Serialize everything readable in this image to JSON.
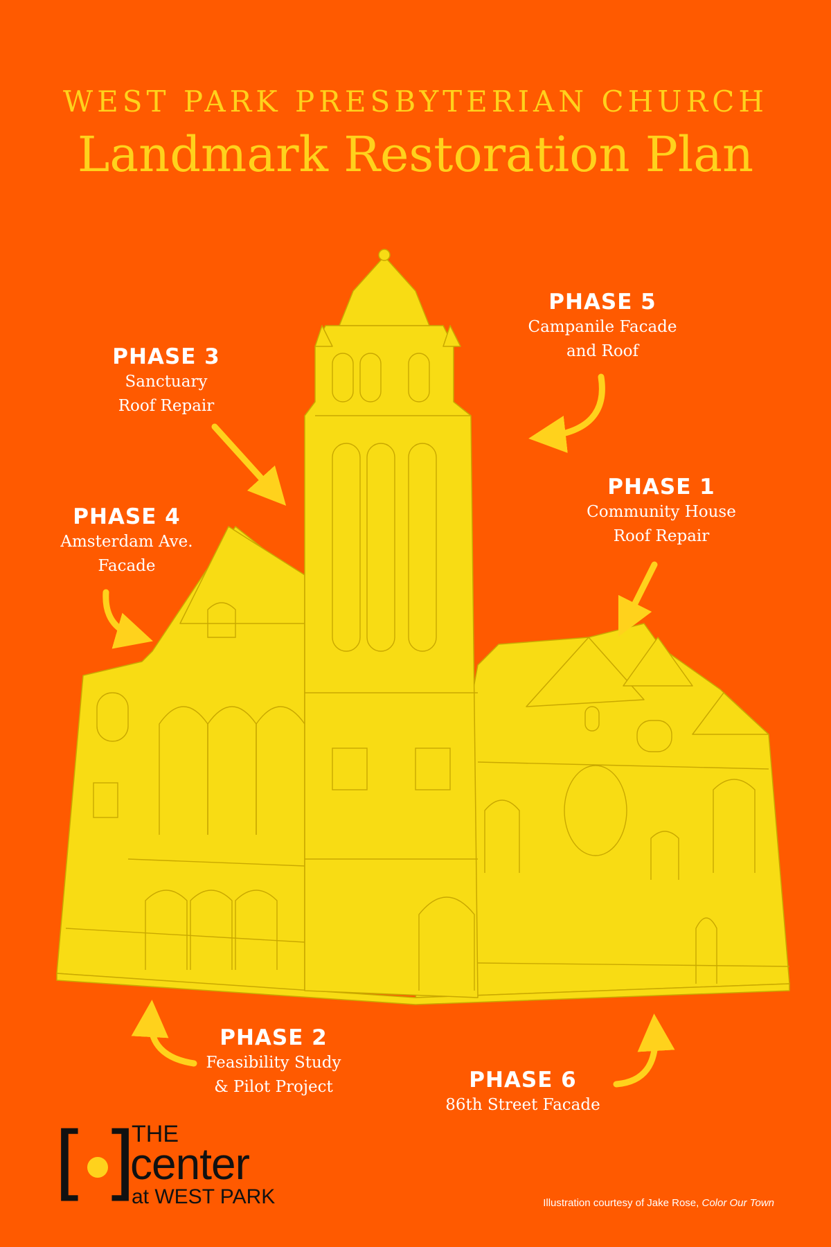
{
  "header": {
    "overline": "WEST PARK PRESBYTERIAN CHURCH",
    "title": "Landmark Restoration Plan"
  },
  "colors": {
    "background": "#FF5A00",
    "accent": "#FFD21C",
    "building_fill": "#F8DC14",
    "building_line": "#C9A800",
    "text": "#FFFFFF"
  },
  "phases": [
    {
      "title": "PHASE 1",
      "line1": "Community House",
      "line2": "Roof Repair"
    },
    {
      "title": "PHASE 2",
      "line1": "Feasibility Study",
      "line2": "& Pilot Project"
    },
    {
      "title": "PHASE 3",
      "line1": "Sanctuary",
      "line2": "Roof Repair"
    },
    {
      "title": "PHASE 4",
      "line1": "Amsterdam Ave.",
      "line2": "Facade"
    },
    {
      "title": "PHASE 5",
      "line1": "Campanile Facade",
      "line2": "and Roof"
    },
    {
      "title": "PHASE 6",
      "line1": "86th Street Facade",
      "line2": ""
    }
  ],
  "logo": {
    "bracket_open": "[",
    "bracket_close": "]",
    "line1": "THE",
    "line2": "center",
    "line3": "at WEST PARK"
  },
  "credit": {
    "prefix": "Illustration courtesy of Jake Rose, ",
    "source": "Color Our Town"
  },
  "icons": {
    "building": "church-illustration-icon",
    "arrows": "curved-arrow-icon"
  }
}
